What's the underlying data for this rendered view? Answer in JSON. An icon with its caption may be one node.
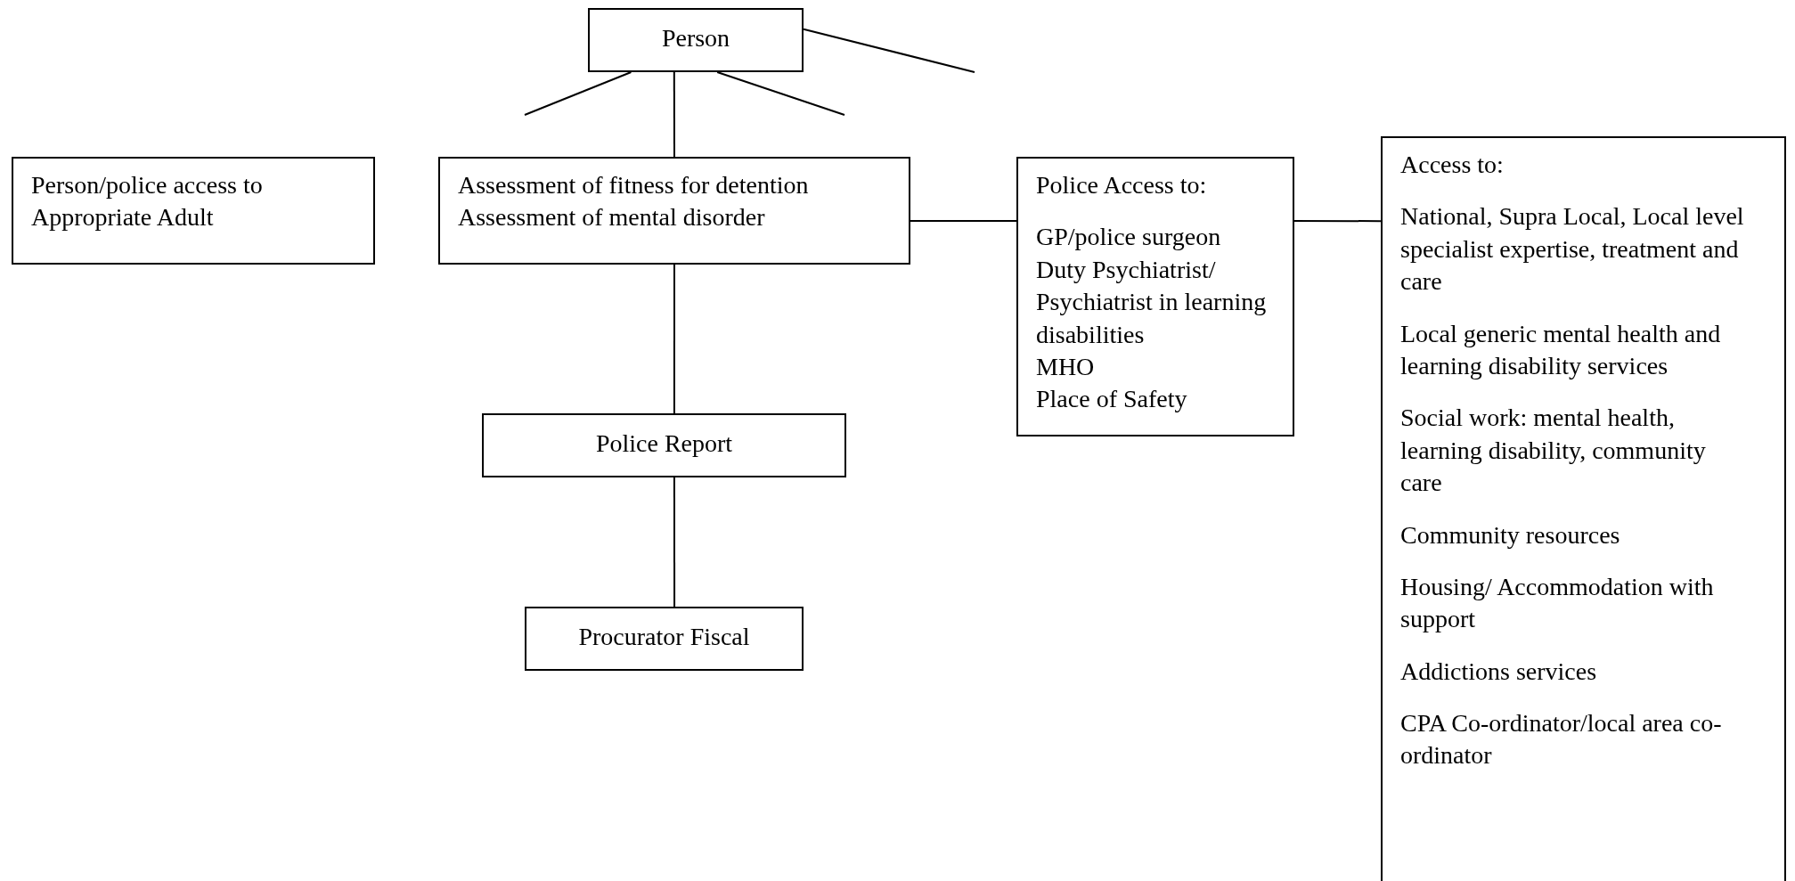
{
  "diagram": {
    "nodes": [
      {
        "text": [
          "Person"
        ]
      },
      {
        "text": [
          "Person/police access to Appropriate Adult"
        ]
      },
      {
        "text": [
          "Assessment of fitness for detention",
          "Assessment of mental disorder"
        ]
      },
      {
        "text": [
          "Police Access to:",
          "GP/police surgeon",
          "Duty Psychiatrist/ Psychiatrist in learning disabilities",
          "MHO",
          "Place of Safety"
        ]
      },
      {
        "text": [
          "Access to:",
          "National, Supra Local, Local level specialist expertise, treatment and care",
          "Local generic mental health and learning disability services",
          "Social work:  mental health, learning disability, community care",
          "Community resources",
          "Housing/ Accommodation with support",
          "Addictions services",
          "CPA Co-ordinator/local area co-ordinator"
        ]
      },
      {
        "text": [
          "Police Report"
        ]
      },
      {
        "text": [
          "Procurator Fiscal"
        ]
      }
    ],
    "edges": [
      {
        "from": 0,
        "to": null,
        "arrow": "none"
      },
      {
        "from": 0,
        "to": 2,
        "arrow": "none"
      },
      {
        "from": 0,
        "to": null,
        "arrow": "none"
      },
      {
        "from": 0,
        "to": null,
        "arrow": "none"
      },
      {
        "from": 2,
        "to": 3,
        "arrow": "none"
      },
      {
        "from": 3,
        "to": 4,
        "arrow": "none"
      },
      {
        "from": 2,
        "to": 5,
        "arrow": "none"
      },
      {
        "from": 5,
        "to": 6,
        "arrow": "none"
      }
    ]
  }
}
